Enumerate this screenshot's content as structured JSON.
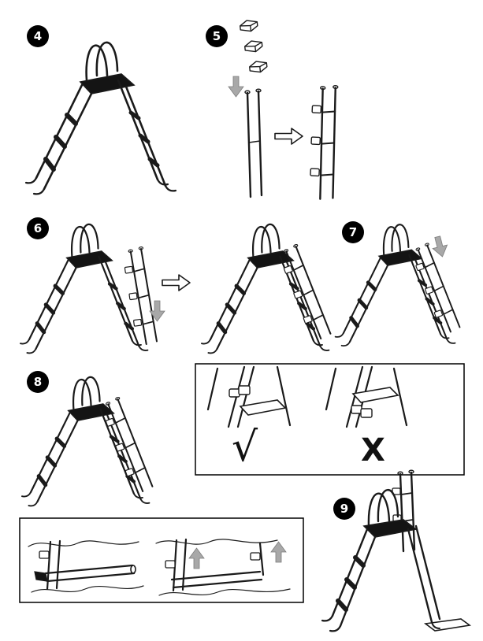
{
  "steps": [
    {
      "number": "4"
    },
    {
      "number": "5"
    },
    {
      "number": "6"
    },
    {
      "number": "7"
    },
    {
      "number": "8"
    },
    {
      "number": "9"
    }
  ],
  "marks": {
    "correct": "√",
    "incorrect": "X"
  },
  "icons": {
    "step_badge": "numbered-black-circle",
    "insert_arrow": "gray-down-arrow",
    "push_arrow": "gray-up-arrow",
    "transform_arrow": "outline-double-right-arrow"
  },
  "colors": {
    "line": "#1a1a1a",
    "badge_background": "#000000",
    "badge_text": "#ffffff",
    "arrow_fill": "#a8a8a8",
    "platform_fill": "#141414",
    "panel_border": "#000000"
  }
}
